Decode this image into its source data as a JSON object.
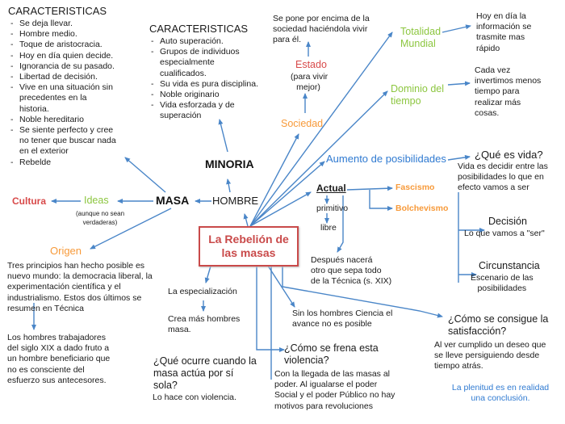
{
  "characteristics_left": {
    "title": "CARACTERISTICAS",
    "items": [
      "Se deja llevar.",
      "Hombre medio.",
      "Toque de aristocracia.",
      "Hoy en día quien decide.",
      "Ignorancia de su pasado.",
      "Libertad de decisión.",
      "Vive en una situación sin|precedentes en la|historia.",
      "Noble hereditario",
      " Se siente perfecto y cree|no tener que buscar nada|en el exterior",
      "Rebelde"
    ]
  },
  "characteristics_minority": {
    "title": "CARACTERISTICAS",
    "items": [
      "Auto superación.",
      "Grupos de individuos|especialmente|cualificados.",
      "Su vida es pura disciplina.",
      "Noble originario",
      "Vida esforzada y de|superación"
    ]
  },
  "center": {
    "title": "La Rebelión de las masas"
  },
  "nodes": {
    "minoria": "MINORIA",
    "hombre": "HOMBRE",
    "masa": "MASA",
    "ideas": "Ideas",
    "ideas_note": [
      "(aunque no sean",
      "verdaderas)"
    ],
    "cultura": "Cultura",
    "origen": "Origen",
    "origen_text": [
      "Tres principios han hecho posible es",
      "nuevo mundo: la democracia liberal, la",
      "experimentación científica y el",
      "industrialismo. Estos dos últimos se",
      "resumen en Técnica"
    ],
    "workers_text": [
      "Los hombres trabajadores",
      "del siglo XIX a dado fruto a",
      "un hombre beneficiario que",
      "no es consciente del",
      "esfuerzo sus antecesores."
    ],
    "especializacion": "La especialización",
    "crea_mas": [
      "Crea más hombres",
      "masa."
    ],
    "que_ocurre": [
      "¿Qué ocurre cuando la",
      "masa actúa por sí",
      "sola?"
    ],
    "violencia": "Lo hace con violencia.",
    "sin_hombres": [
      "Sin los hombres Ciencia el",
      "avance no es posible"
    ],
    "como_frena": [
      "¿Cómo se frena esta",
      "violencia?"
    ],
    "frena_text": [
      "Con la llegada de las masas al",
      "poder. Al igualarse el poder",
      "Social y el poder Público no hay",
      "motivos para revoluciones"
    ],
    "sociedad": "Sociedad",
    "estado": "Estado",
    "estado_note": [
      "(para vivir",
      "mejor)"
    ],
    "estado_text": [
      "Se pone por encima de la",
      "sociedad haciéndola vivir",
      "para él."
    ],
    "totalidad": [
      "Totalidad",
      "Mundial"
    ],
    "totalidad_text": [
      "Hoy en día la",
      "información se",
      "trasmite mas",
      "rápido"
    ],
    "dominio": [
      "Dominio del",
      "tiempo"
    ],
    "dominio_text": [
      "Cada vez",
      "invertimos menos",
      "tiempo para",
      "realizar más",
      "cosas."
    ],
    "aumento": "Aumento de posibilidades",
    "que_vida": "¿Qué es vida?",
    "vida_text": [
      "Vida es decidir entre las",
      "posibilidades lo que en",
      "efecto vamos a ser"
    ],
    "decision": "Decisión",
    "decision_text": "Lo que vamos a \"ser\"",
    "circunstancia": "Circunstancia",
    "circ_text": [
      "Escenario de las",
      "posibilidades"
    ],
    "actual": "Actual",
    "primitivo": "primitivo",
    "libre": "libre",
    "fascismo": "Fascismo",
    "bolchevismo": "Bolchevismo",
    "despues": [
      "Después nacerá",
      "otro que sepa todo",
      "de la Técnica (s. XIX)"
    ],
    "como_consigue": [
      "¿Cómo se consigue la",
      "satisfacción?"
    ],
    "consigue_text": [
      "Al ver cumplido un deseo que",
      "se lleve persiguiendo desde",
      "tiempo atrás."
    ],
    "plenitud": [
      "La plenitud es en realidad",
      "una conclusión."
    ]
  },
  "colors": {
    "arrow": "#4a86c8",
    "green": "#8cc63f",
    "orange": "#f79a3a",
    "red": "#d84a4a",
    "blue": "#2f7ad1"
  }
}
